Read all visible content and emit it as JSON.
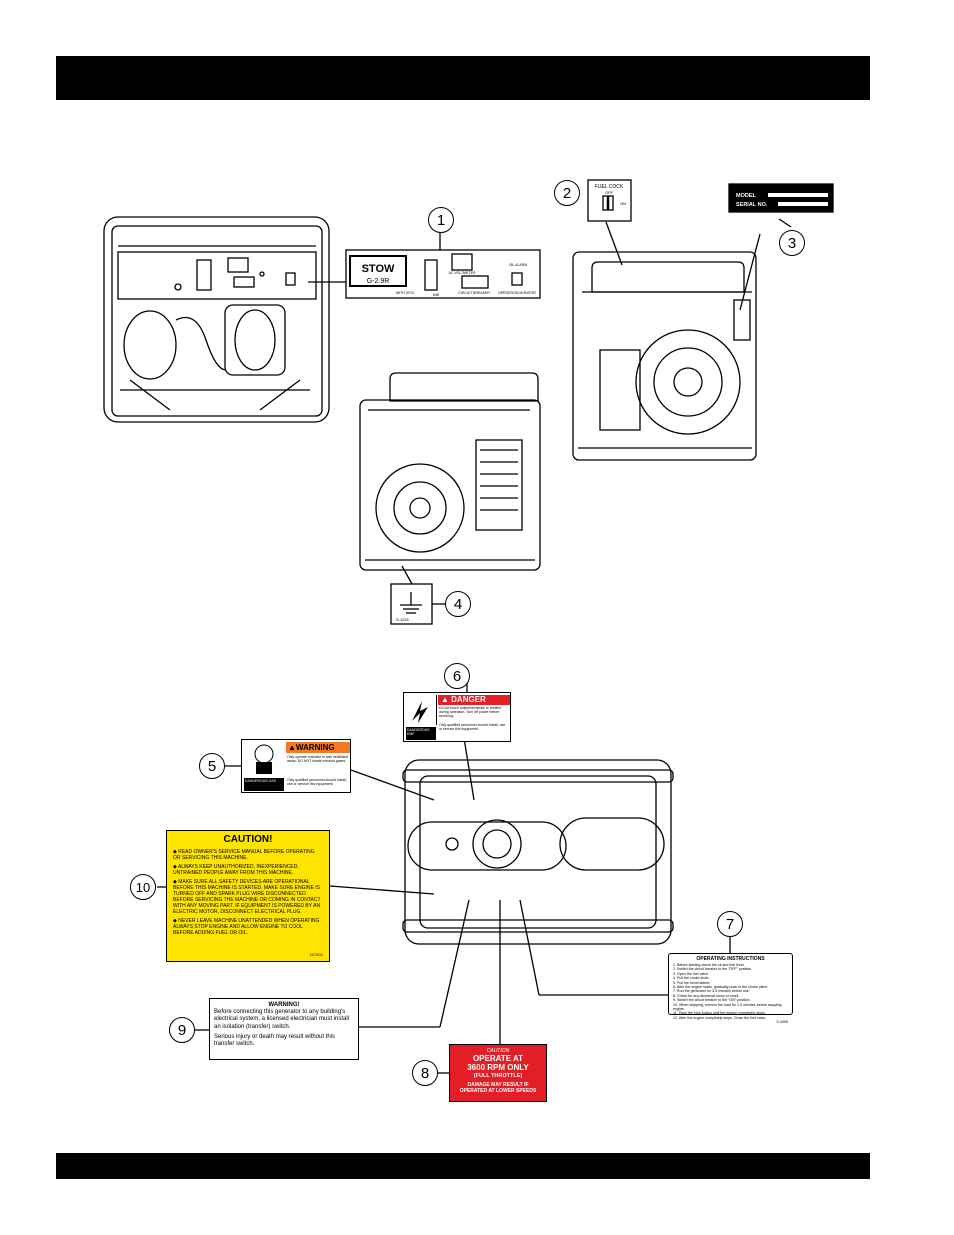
{
  "callouts": [
    "1",
    "2",
    "3",
    "4",
    "5",
    "6",
    "7",
    "8",
    "9",
    "10"
  ],
  "panel": {
    "brand": "STOW",
    "model": "G-2.9R",
    "meter_label": "AC VOLTMETER",
    "breaker_label": "CIRCUIT BREAKER",
    "alarm_label": "OIL ALARM",
    "operation_label": "OPERATION MONITOR",
    "gfci_label": "WITH GFCI",
    "min_label": "MIN"
  },
  "fuel_cock": {
    "title": "FUEL COCK",
    "off": "OFF",
    "on": "ON"
  },
  "nameplate": {
    "model": "MODEL",
    "serial": "SERIAL NO."
  },
  "ground_decal": {
    "code": "S-1125"
  },
  "danger": {
    "header": "DANGER",
    "line1": "Do not touch output terminals or rectifier during operation. Turn off power before servicing.",
    "line2": "Only qualified personnel should install, use or service this equipment.",
    "footer": "DANGEROUS EMF"
  },
  "warning5": {
    "header": "WARNING",
    "line1": "Only operate machine in well ventilated areas. DO NOT inhale exhaust gases.",
    "line2": "Only qualified personnel should install, use or service this equipment.",
    "footer": "DANGEROUS GAS"
  },
  "caution": {
    "title": "CAUTION!",
    "items": [
      "READ OWNER'S SERVICE MANUAL BEFORE OPERATING OR SERVICING THIS MACHINE.",
      "ALWAYS KEEP UNAUTHORIZED, INEXPERIENCED, UNTRAINED PEOPLE AWAY FROM THIS MACHINE.",
      "MAKE SURE ALL SAFETY DEVICES ARE OPERATIONAL BEFORE THIS MACHINE IS STARTED. MAKE SURE ENGINE IS TURNED OFF AND SPARK PLUG WIRE DISCONNECTED BEFORE SERVICING THE MACHINE OR COMING IN CONTACT WITH ANY MOVING PART. IF EQUIPMENT IS POWERED BY AN ELECTRIC MOTOR, DISCONNECT ELECTRICAL PLUG.",
      "NEVER LEAVE MACHINE UNATTENDED WHEN OPERATING. ALWAYS STOP ENGINE AND ALLOW ENGINE TO COOL BEFORE ADDING FUEL OR OIL."
    ],
    "code": "DCS01"
  },
  "operating": {
    "title": "OPERATING INSTRUCTIONS",
    "steps": [
      "1. Before starting check the oil and fuel level.",
      "2. Switch the circuit breaker to the \"OFF\" position.",
      "3. Open the fuel valve.",
      "4. Pull the choke knob.",
      "5. Pull the recoil starter.",
      "6. After the engine starts, gradually push in the choke valve.",
      "7. Run the generator for 3-5 minutes before use.",
      "8. Check for any abnormal noise or smell.",
      "9. Switch the circuit breaker to the \"ON\" position.",
      "10. When stopping, remove the load for 2-3 minutes before stopping engine.",
      "11. Push the stop button until the engine completely stops.",
      "12. After the engine completely stops, Close the fuel valve."
    ],
    "code": "S-4005"
  },
  "rpm": {
    "caution": "CAUTION",
    "line1": "OPERATE AT",
    "line2": "3600 RPM ONLY",
    "line3": "(FULL THROTTLE)",
    "line4": "DAMAGE MAY RESULT IF",
    "line5": "OPERATED AT LOWER SPEEDS"
  },
  "transfer_warning": {
    "title": "WARNING!",
    "body": "Before connecting this generator to any building's electrical system, a licensed electrician must install an isolation (transfer) switch.",
    "footer": "Serious injury or death may result without this transfer switch."
  },
  "colors": {
    "black": "#000000",
    "yellow": "#ffe400",
    "red": "#e41e26",
    "orange": "#f47920"
  }
}
